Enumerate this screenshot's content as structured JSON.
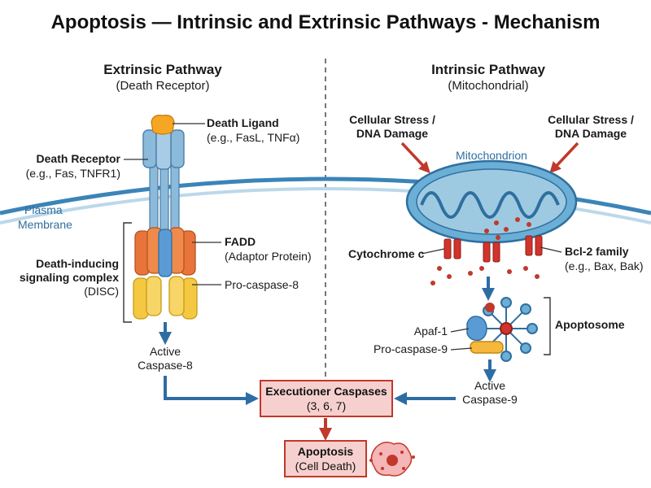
{
  "title": "Apoptosis — Intrinsic and Extrinsic Pathways - Mechanism",
  "extrinsic": {
    "heading": "Extrinsic Pathway",
    "subheading": "(Death Receptor)",
    "death_ligand": "Death Ligand",
    "death_ligand_examples": "(e.g., FasL, TNFα)",
    "death_receptor": "Death Receptor",
    "death_receptor_examples": "(e.g., Fas, TNFR1)",
    "membrane_line1": "Plasma",
    "membrane_line2": "Membrane",
    "fadd": "FADD",
    "fadd_desc": "(Adaptor Protein)",
    "disc_line1": "Death-inducing",
    "disc_line2": "signaling complex",
    "disc_abbrev": "(DISC)",
    "procaspase8": "Pro-caspase-8",
    "active_line1": "Active",
    "active_line2": "Caspase-8"
  },
  "intrinsic": {
    "heading": "Intrinsic Pathway",
    "subheading": "(Mitochondrial)",
    "stress_line1": "Cellular Stress /",
    "stress_line2": "DNA Damage",
    "mitochondrion": "Mitochondrion",
    "cytochrome_c": "Cytochrome c",
    "bcl2": "Bcl-2 family",
    "bcl2_examples": "(e.g., Bax, Bak)",
    "apaf1": "Apaf-1",
    "procaspase9": "Pro-caspase-9",
    "apoptosome": "Apoptosome",
    "active_line1": "Active",
    "active_line2": "Caspase-9"
  },
  "executioner": {
    "title": "Executioner Caspases",
    "subtitle": "(3, 6, 7)"
  },
  "outcome": {
    "title": "Apoptosis",
    "subtitle": "(Cell Death)"
  },
  "colors": {
    "receptor": "#8cbadb",
    "ligand": "#f5a623",
    "fadd": "#e8743b",
    "procaspase8": "#f5c842",
    "mitochondrion": "#6baed6",
    "channel": "#d0342c",
    "arrow": "#2e6da4",
    "box_fill": "#f6d0ce",
    "box_stroke": "#c0392b"
  }
}
